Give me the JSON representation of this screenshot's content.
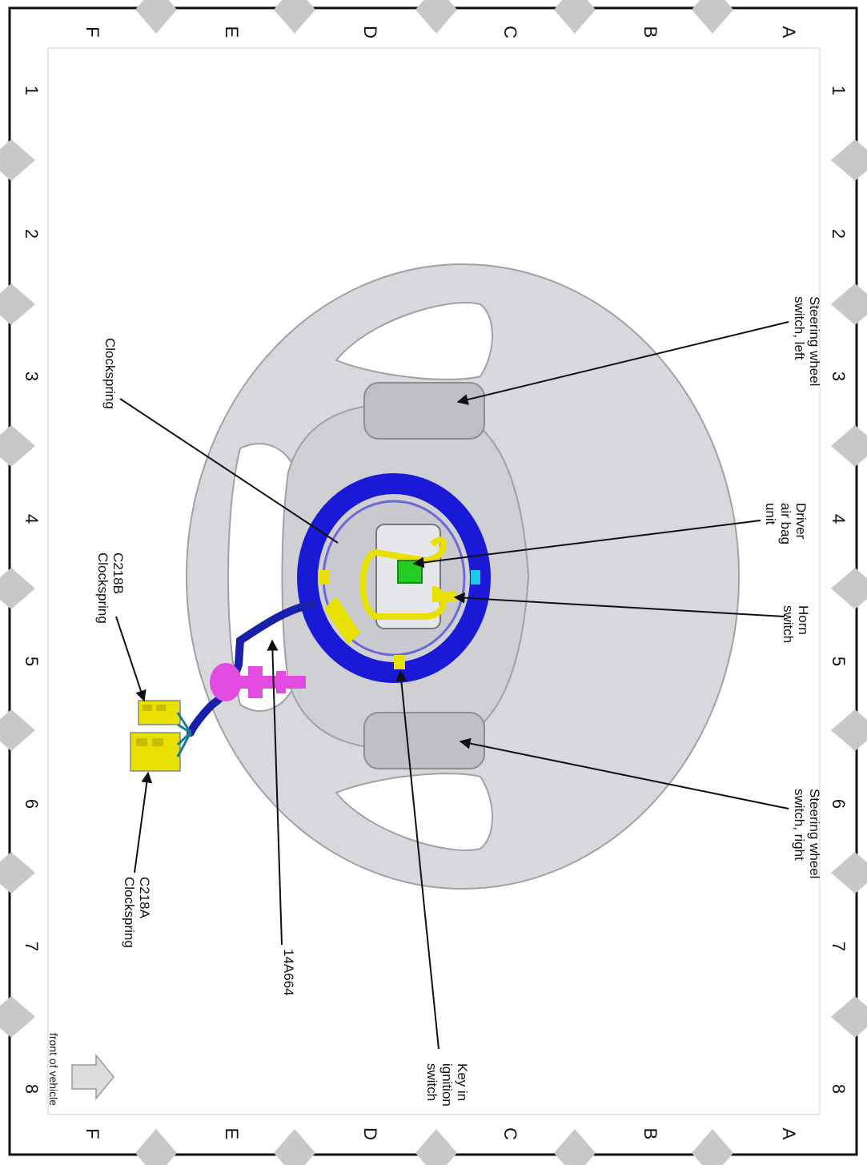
{
  "grid": {
    "rows": [
      "A",
      "B",
      "C",
      "D",
      "E",
      "F"
    ],
    "columns": [
      "1",
      "2",
      "3",
      "4",
      "5",
      "6",
      "7",
      "8"
    ]
  },
  "labels": {
    "steering_left": [
      "Steering wheel",
      "switch, left"
    ],
    "driver_airbag": [
      "Driver",
      "air bag",
      "unit"
    ],
    "horn": [
      "Horn",
      "switch"
    ],
    "steering_right": [
      "Steering wheel",
      "switch, right"
    ],
    "key_ignition": [
      "Key in",
      "ignition",
      "switch"
    ],
    "clockspring": [
      "Clockspring"
    ],
    "c218b": [
      "C218B",
      "Clockspring"
    ],
    "c218a": [
      "C218A",
      "Clockspring"
    ],
    "harness": [
      "14A664"
    ],
    "front": [
      "front of vehicle"
    ]
  },
  "colors": {
    "frame": "#111111",
    "marker": "#c8c8c8",
    "wheel": "#d8d9dc",
    "clockspring_ring": "#1a1ad6",
    "harness": "#1820a8",
    "connector": "#e8e000",
    "airbag": "#22cc22",
    "clip": "#e24be0"
  }
}
